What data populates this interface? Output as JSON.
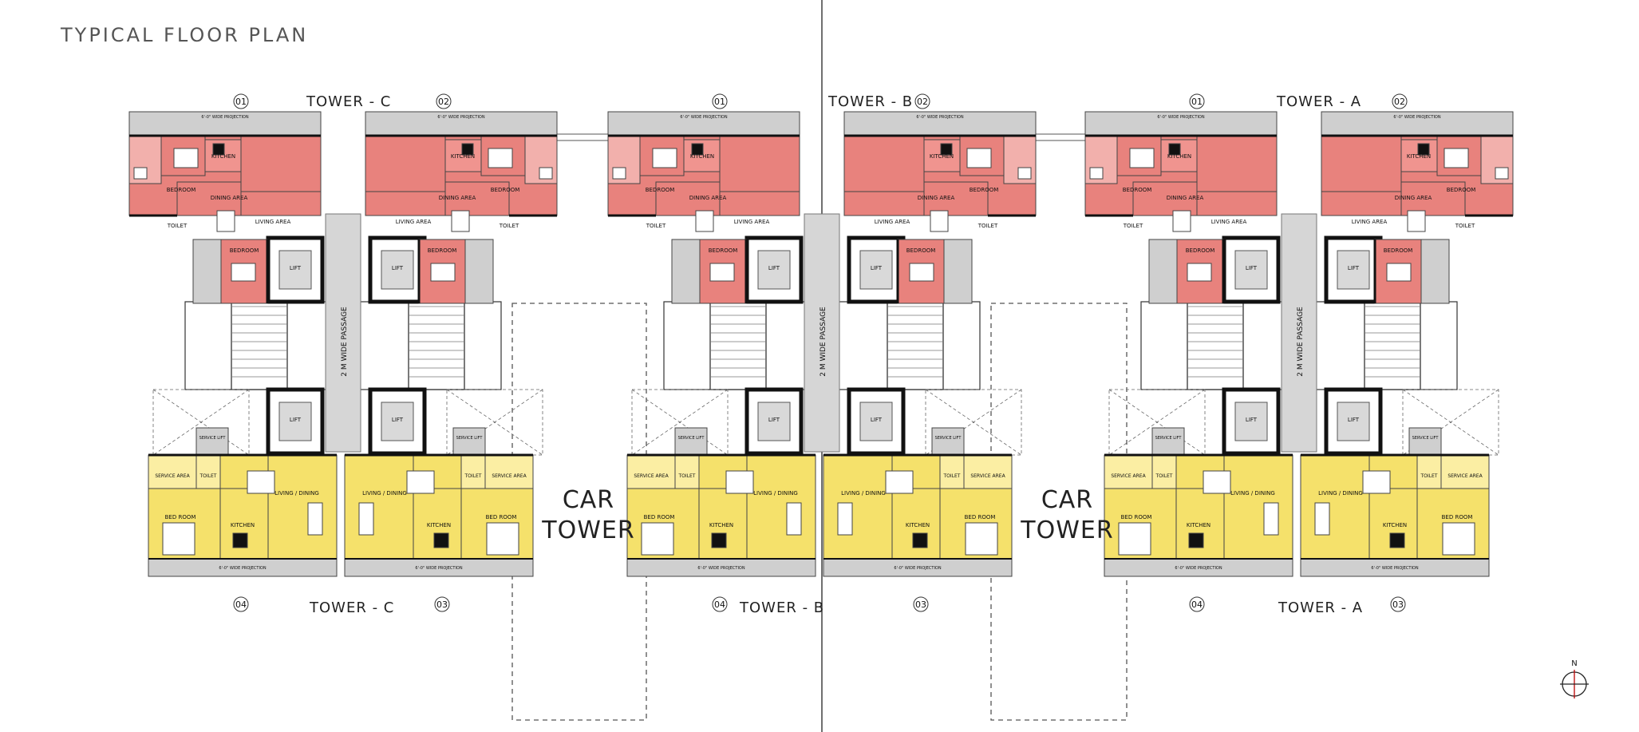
{
  "title": "TYPICAL FLOOR PLAN",
  "towers": [
    {
      "top_label": "TOWER - C",
      "bottom_label": "TOWER - C"
    },
    {
      "top_label": "TOWER - B",
      "bottom_label": "TOWER - B"
    },
    {
      "top_label": "TOWER - A",
      "bottom_label": "TOWER - A"
    }
  ],
  "unit_numbers": {
    "u1": "01",
    "u2": "02",
    "u3": "03",
    "u4": "04"
  },
  "rooms": {
    "kitchen": "KITCHEN",
    "bedroom": "BEDROOM",
    "dining": "DINING AREA",
    "living": "LIVING AREA",
    "toilet": "TOILET",
    "lift": "LIFT",
    "living_dining": "LIVING / DINING",
    "bed_room": "BED ROOM",
    "service_area": "SERVICE AREA",
    "service_lift": "SERVICE LIFT"
  },
  "passage": "2 M WIDE PASSAGE",
  "projection": "6'-0\" WIDE PROJECTION",
  "car_tower": {
    "line1": "CAR",
    "line2": "TOWER"
  },
  "compass": "N",
  "colors": {
    "upper_units": "#e8827d",
    "lower_units": "#f5e16b",
    "wall": "#111111",
    "corridor": "#d6d6d6",
    "balcony": "#cfcfcf"
  }
}
